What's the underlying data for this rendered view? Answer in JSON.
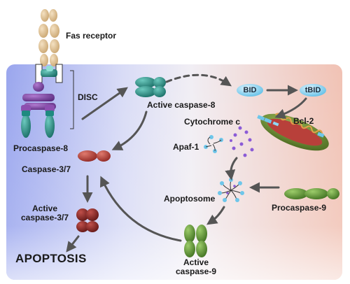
{
  "labels": {
    "fas_receptor": "Fas receptor",
    "disc": "DISC",
    "procaspase8": "Procaspase-8",
    "active_caspase8": "Active caspase-8",
    "bid": "BID",
    "tbid": "tBID",
    "cytochrome_c": "Cytochrome c",
    "bcl2": "Bcl-2",
    "apaf1": "Apaf-1",
    "caspase37": "Caspase-3/7",
    "active_caspase37_l1": "Active",
    "active_caspase37_l2": "caspase-3/7",
    "apoptosome": "Apoptosome",
    "procaspase9": "Procaspase-9",
    "active_caspase9_l1": "Active",
    "active_caspase9_l2": "caspase-9",
    "apoptosis": "APOPTOSIS"
  },
  "colors": {
    "receptor": "#d9b98a",
    "disc_adaptor": "#2fb3a8",
    "caspase8": "#1f8a80",
    "death_domain": "#7a3e9d",
    "caspase37": "#a8322c",
    "active_caspase37": "#7a1f1f",
    "caspase9": "#4f8a2e",
    "bid": "#6ec6ea",
    "mitochondrion": "#5b7f2a",
    "arrow": "#555555"
  }
}
